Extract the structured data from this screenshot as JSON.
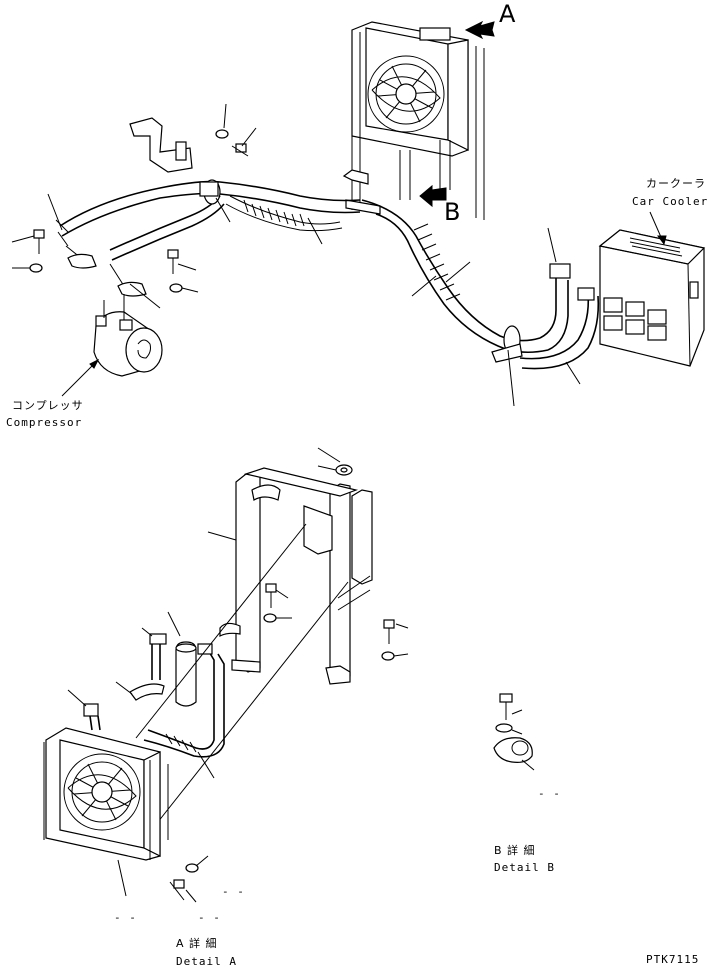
{
  "labels": {
    "arrow_a": "A",
    "arrow_b": "B",
    "car_cooler_jp": "カークーラ",
    "car_cooler_en": "Car Cooler",
    "compressor_jp": "コンプレッサ",
    "compressor_en": "Compressor",
    "detail_a_jp": "A 詳 細",
    "detail_a_en": "Detail A",
    "detail_b_jp": "B 詳 細",
    "detail_b_en": "Detail B",
    "dash_1": "- -",
    "dash_2": "- -",
    "dash_3": "- -",
    "dash_4": "- -",
    "drawing_code": "PTK7115"
  }
}
